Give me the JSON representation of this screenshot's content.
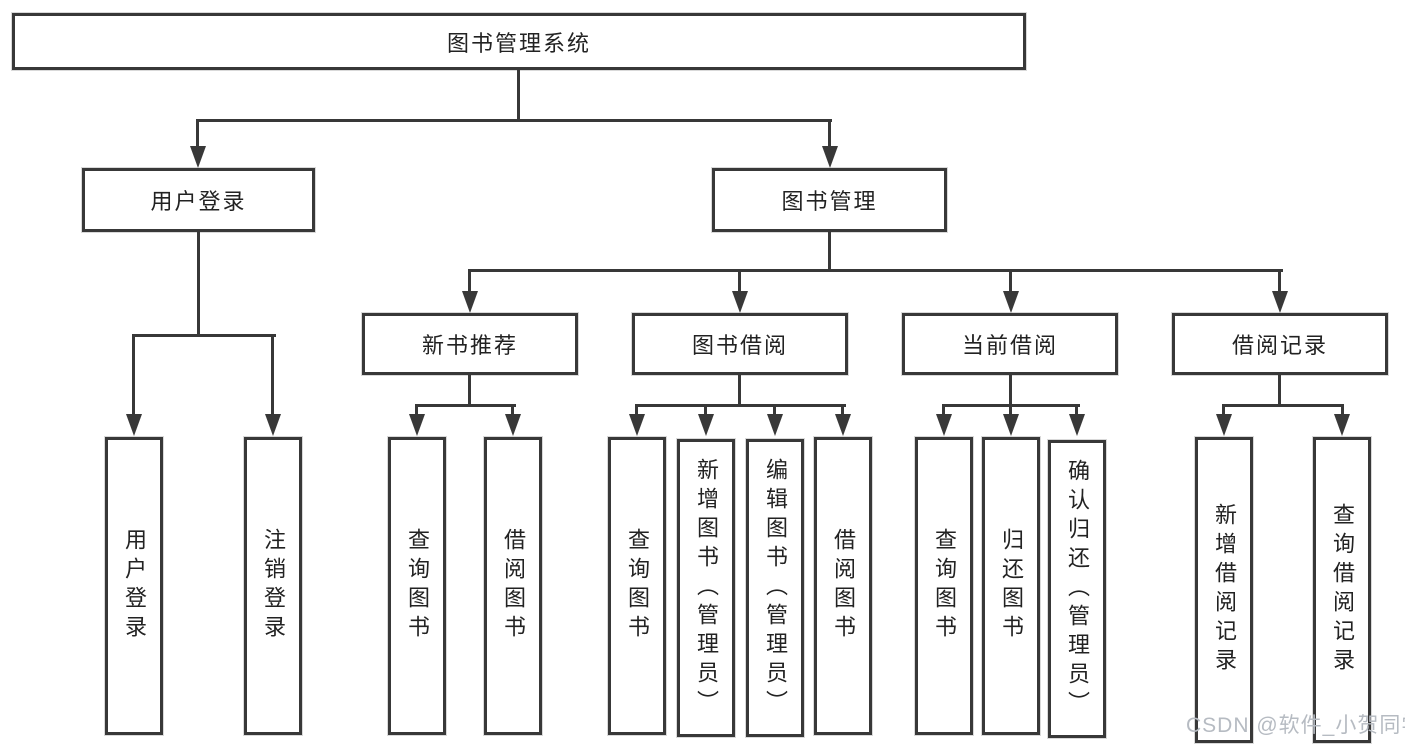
{
  "diagram": {
    "title": "图书管理系统",
    "root": {
      "label": "图书管理系统"
    },
    "level2": [
      {
        "label": "用户登录"
      },
      {
        "label": "图书管理"
      }
    ],
    "level3": [
      {
        "label": "新书推荐",
        "parent": "图书管理"
      },
      {
        "label": "图书借阅",
        "parent": "图书管理"
      },
      {
        "label": "当前借阅",
        "parent": "图书管理"
      },
      {
        "label": "借阅记录",
        "parent": "图书管理"
      }
    ],
    "leaves": [
      {
        "label": "用户登录",
        "parent": "用户登录"
      },
      {
        "label": "注销登录",
        "parent": "用户登录"
      },
      {
        "label": "查询图书",
        "parent": "新书推荐"
      },
      {
        "label": "借阅图书",
        "parent": "新书推荐"
      },
      {
        "label": "查询图书",
        "parent": "图书借阅"
      },
      {
        "label": "新增图书（管理员）",
        "parent": "图书借阅"
      },
      {
        "label": "编辑图书（管理员）",
        "parent": "图书借阅"
      },
      {
        "label": "借阅图书",
        "parent": "图书借阅"
      },
      {
        "label": "查询图书",
        "parent": "当前借阅"
      },
      {
        "label": "归还图书",
        "parent": "当前借阅"
      },
      {
        "label": "确认归还（管理员）",
        "parent": "当前借阅"
      },
      {
        "label": "新增借阅记录",
        "parent": "借阅记录"
      },
      {
        "label": "查询借阅记录",
        "parent": "借阅记录"
      }
    ]
  },
  "watermark": {
    "text": "CSDN @软件_小贺同学",
    "color": "#b6bbc2"
  },
  "colors": {
    "line": "#383838",
    "box_border": "#383838",
    "background": "#ffffff",
    "text": "#222222"
  }
}
